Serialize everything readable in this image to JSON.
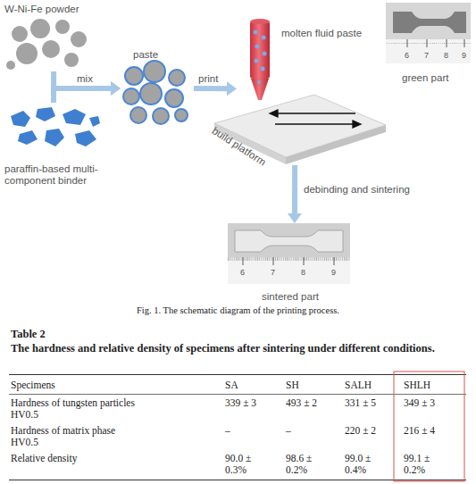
{
  "diagram": {
    "caption": "Fig. 1. The schematic diagram of the printing process.",
    "nodes": [
      {
        "text": [
          "W-Ni-Fe powder"
        ]
      },
      {
        "text": [
          "paraffin-based multi-component binder"
        ]
      },
      {
        "text": [
          "paste"
        ]
      },
      {
        "text": [
          "molten fluid paste",
          "build platform"
        ]
      },
      {
        "text": [
          "green part"
        ]
      },
      {
        "text": [
          "sintered part"
        ]
      }
    ],
    "edges": [
      {
        "from": 0,
        "to": 2,
        "arrow": "to",
        "label": "mix"
      },
      {
        "from": 1,
        "to": 2,
        "arrow": "to"
      },
      {
        "from": 2,
        "to": 3,
        "arrow": "to",
        "label": "print"
      },
      {
        "from": 3,
        "to": 5,
        "arrow": "to",
        "label": "debinding and sintering"
      }
    ],
    "labels": [
      "6",
      "7",
      "8",
      "9",
      "6",
      "7",
      "8",
      "9",
      "Table 2",
      "The hardness and relative density of specimens after sintering under different conditions.",
      "Specimens",
      "SA",
      "SH",
      "SALH",
      "SHLH",
      "Hardness of tungsten particles HV0.5",
      "339 ± 3",
      "493 ± 2",
      "331 ± 5",
      "349 ± 3",
      "Hardness of matrix phase HV0.5",
      "–",
      "–",
      "220 ± 2",
      "216 ± 4",
      "Relative density",
      "90.0 ± 0.3%",
      "98.6 ± 0.2%",
      "99.0 ± 0.4%",
      "99.1 ± 0.2%"
    ]
  }
}
